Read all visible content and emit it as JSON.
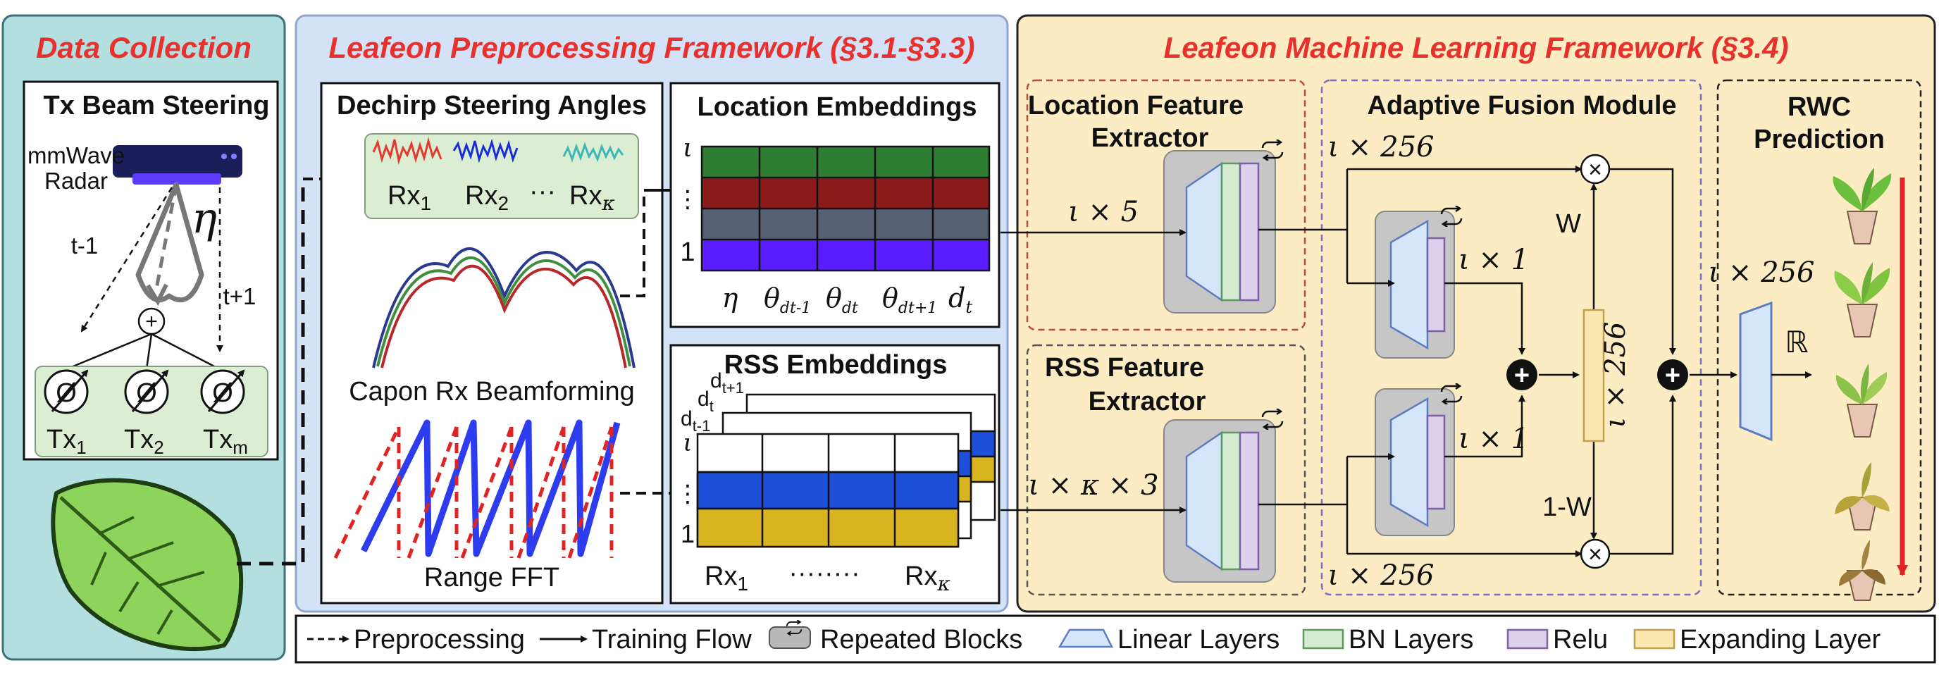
{
  "sections": {
    "data_collection": "Data Collection",
    "preprocessing": "Leafeon Preprocessing Framework (§3.1-§3.3)",
    "ml": "Leafeon Machine Learning Framework (§3.4)"
  },
  "tx": {
    "title": "Tx Beam Steering",
    "radar_line1": "mmWave",
    "radar_line2": "Radar",
    "eta": "η",
    "t_minus": "t-1",
    "t_plus": "t+1",
    "plus": "+",
    "phase": "Ø",
    "tx_labels": [
      "Tx",
      "Tx",
      "Tx"
    ],
    "tx_subs": [
      "1",
      "2",
      "m"
    ]
  },
  "dechirp": {
    "title": "Dechirp Steering Angles",
    "rx1": "Rx",
    "rx1_sub": "1",
    "rx2": "Rx",
    "rx2_sub": "2",
    "dots": "···",
    "rxk": "Rx",
    "rxk_sub": "κ",
    "capon": "Capon Rx Beamforming",
    "range_fft": "Range FFT"
  },
  "location_emb": {
    "title": "Location Embeddings",
    "row_top": "ι",
    "row_dots": "⋮",
    "row_bottom": "1",
    "row_colors": [
      "#2e7d32",
      "#8b1a1a",
      "#556070",
      "#5b1bff"
    ],
    "cols": [
      "η",
      "θ",
      "θ",
      "θ",
      "d"
    ],
    "col_subs": [
      "",
      "dt-1",
      "dt",
      "dt+1",
      "t"
    ]
  },
  "rss_emb": {
    "title": "RSS Embeddings",
    "d_t1": "d",
    "d_t1_sub": "t+1",
    "d_t": "d",
    "d_t_sub": "t",
    "d_tm1": "d",
    "d_tm1_sub": "t-1",
    "row_top": "ι",
    "row_dots": "⋮",
    "row_bottom": "1",
    "band_colors": [
      "#1d4fd8",
      "#d8b41f"
    ],
    "rx1": "Rx",
    "rx1_sub": "1",
    "dots": "········",
    "rxk": "Rx",
    "rxk_sub": "κ"
  },
  "ml": {
    "loc_extractor_1": "Location Feature",
    "loc_extractor_2": "Extractor",
    "rss_extractor_1": "RSS Feature",
    "rss_extractor_2": "Extractor",
    "fusion_title": "Adaptive Fusion Module",
    "rwc_1": "RWC",
    "rwc_2": "Prediction",
    "in_loc": "ι × 5",
    "in_rss": "ι × κ × 3",
    "top_256": "ι × 256",
    "bot_256": "ι × 256",
    "gate_top": "ι × 1",
    "gate_bot": "ι × 1",
    "expand": "ι × 256",
    "w": "W",
    "one_minus_w": "1-W",
    "out_256": "ι × 256",
    "reals": "ℝ",
    "times": "×",
    "plus": "+"
  },
  "legend": {
    "preprocessing": "Preprocessing",
    "training": "Training Flow",
    "repeated": "Repeated Blocks",
    "linear": "Linear Layers",
    "bn": "BN Layers",
    "relu": "Relu",
    "expanding": "Expanding Layer"
  },
  "colors": {
    "panel_teal": "#b4dfe1",
    "panel_blue": "#d3e2f6",
    "panel_yellow": "#fbecc3",
    "linear": "#d6e6fa",
    "bn": "#d4ecd2",
    "relu": "#ddd0ea",
    "expanding": "#fbe7b0",
    "red_title": "#e8302c"
  }
}
